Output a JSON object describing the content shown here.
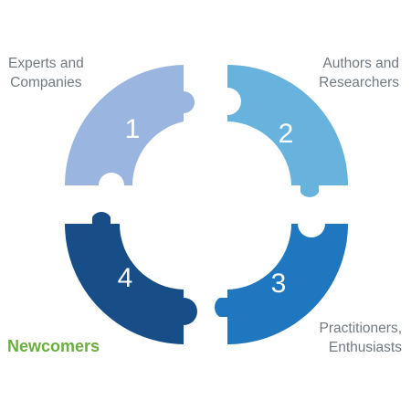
{
  "diagram": {
    "pieces": [
      {
        "number": "1",
        "color": "#9ab6e0"
      },
      {
        "number": "2",
        "color": "#68b2de"
      },
      {
        "number": "3",
        "color": "#1f77bf"
      },
      {
        "number": "4",
        "color": "#184e88"
      }
    ],
    "labels": {
      "experts": {
        "line1": "Experts and",
        "line2": "Companies"
      },
      "authors": {
        "line1": "Authors and",
        "line2": "Researchers"
      },
      "practitioners": {
        "line1": "Practitioners,",
        "line2": "Enthusiasts"
      },
      "newcomers": {
        "text": "Newcomers"
      }
    },
    "newcomers_color": "#6aae3e"
  }
}
